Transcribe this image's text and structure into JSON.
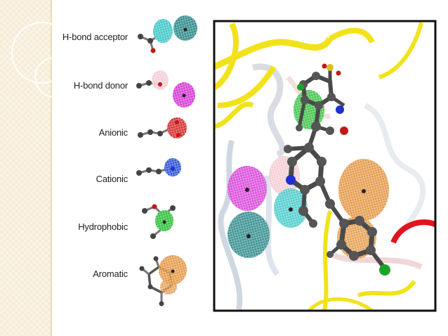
{
  "legend": {
    "items": [
      {
        "key": "hbond-acceptor",
        "label": "H-bond acceptor",
        "color": "#3fc8c8"
      },
      {
        "key": "hbond-donor",
        "label": "H-bond donor",
        "color": "#d63bd6"
      },
      {
        "key": "anionic",
        "label": "Anionic",
        "color": "#d42f2f"
      },
      {
        "key": "cationic",
        "label": "Cationic",
        "color": "#2f55d4"
      },
      {
        "key": "hydrophobic",
        "label": "Hydrophobic",
        "color": "#2fbf3a"
      },
      {
        "key": "aromatic",
        "label": "Aromatic",
        "color": "#e08a2c"
      }
    ]
  },
  "colors": {
    "ribbon_yellow": "#f2e21a",
    "ribbon_red": "#e0141c",
    "atom_carbon": "#555555",
    "atom_oxygen": "#c01818",
    "atom_chlorine": "#1aa526",
    "atom_nitrogen": "#1f2fd0",
    "atom_sulfur": "#d8c020",
    "frame": "#111111"
  }
}
